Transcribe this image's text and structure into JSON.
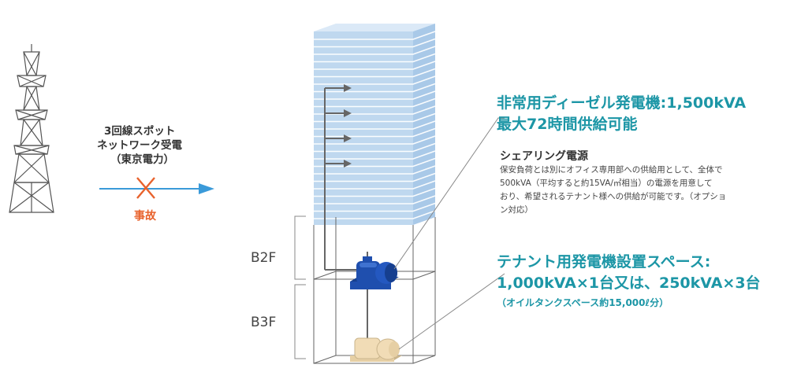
{
  "power_supply": {
    "line1": "3回線スポット",
    "line2": "ネットワーク受電",
    "line3": "（東京電力）",
    "accident_label": "事故"
  },
  "floors": {
    "b2f": "B2F",
    "b3f": "B3F"
  },
  "emergency_generator": {
    "title_line1": "非常用ディーゼル発電機:1,500kVA",
    "title_line2": "最大72時間供給可能"
  },
  "sharing_power": {
    "title": "シェアリング電源",
    "description_line1": "保安負荷とは別にオフィス専用部への供給用として、全体で",
    "description_line2": "500kVA（平均すると約15VA/㎡相当）の電源を用意して",
    "description_line3": "おり、希望されるテナント様への供給が可能です。（オプショ",
    "description_line4": "ン対応）"
  },
  "tenant_generator": {
    "title_line1": "テナント用発電機設置スペース:",
    "title_line2": "1,000kVA×1台又は、250kVA×3台",
    "note": "（オイルタンクスペース約15,000ℓ分）"
  },
  "colors": {
    "accent_teal": "#1c96a6",
    "arrow_blue": "#3a9ad9",
    "accident_orange": "#e8622c",
    "building_blue": "#bfd8ef",
    "generator_blue": "#1f4fae",
    "generator_beige": "#f1dcb6"
  }
}
